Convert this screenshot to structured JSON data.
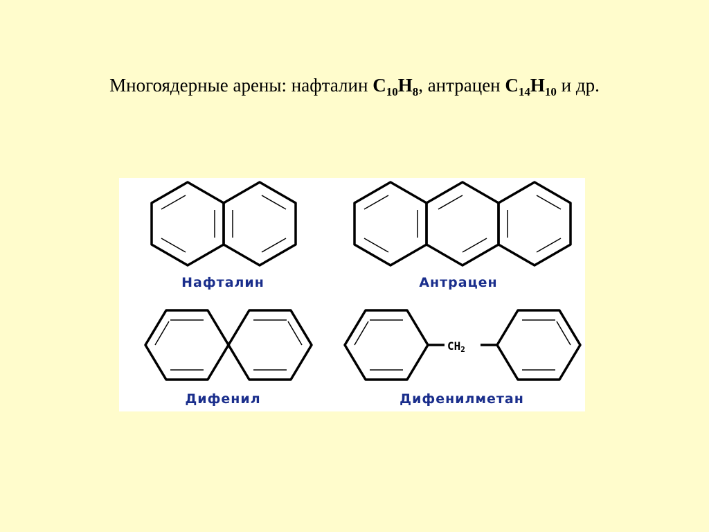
{
  "slide": {
    "title": {
      "prefix": "Многоядерные арены: нафталин ",
      "naphthalene_formula": {
        "c": "C",
        "c_count": "10",
        "h": "H",
        "h_count": "8"
      },
      "separator": ", антрацен ",
      "anthracene_formula": {
        "c": "C",
        "c_count": "14",
        "h": "H",
        "h_count": "10"
      },
      "suffix": " и др."
    }
  },
  "figure": {
    "captions": {
      "naphthalene": "Нафталин",
      "anthracene": "Антрацен",
      "biphenyl": "Дифенил",
      "diphenylmethane": "Дифенилметан"
    },
    "ch2_label": {
      "main": "CH",
      "sub": "2"
    },
    "colors": {
      "caption": "#1a2e8c",
      "background": "#fffccc",
      "panel": "#ffffff"
    }
  }
}
